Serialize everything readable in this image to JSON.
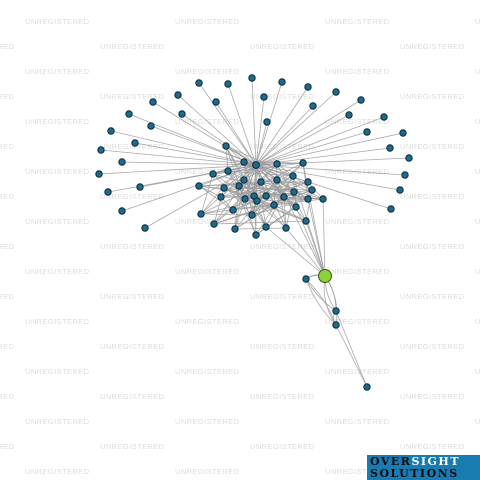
{
  "watermark": {
    "text": "UNREGISTERED",
    "color": "#dcdcdc"
  },
  "graph": {
    "edge_color": "#9a9a9a",
    "node_color": "#1f6a8a",
    "node_outline": "#0b2a3a",
    "focus_color": "#8ed03a"
  },
  "logo": {
    "part1": "OVER",
    "part2": "SIGHT",
    "line2": "SOLUTIONS",
    "background": "#1a7bb0"
  }
}
